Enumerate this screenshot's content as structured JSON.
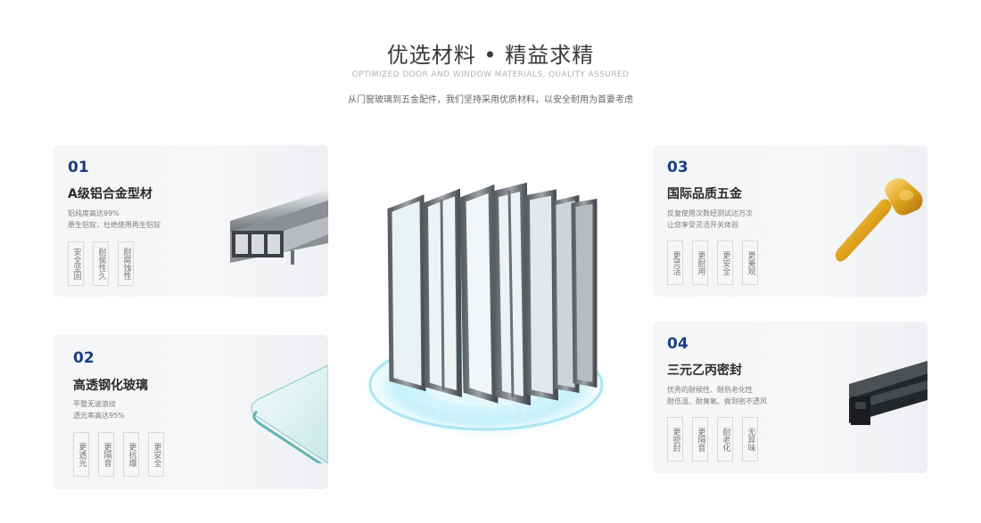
{
  "header": {
    "title": "优选材料 • 精益求精",
    "subtitle_en": "OPTIMIZED DOOR AND WINDOW MATERIALS, QUALITY ASSURED",
    "desc": "从门窗玻璃到五金配件，我们坚持采用优质材料，以安全耐用为首要考虑"
  },
  "cards": [
    {
      "num": "01",
      "title": "A级铝合金型材",
      "desc1": "铝纯度高达99%",
      "desc2": "原生铝锭，杜绝使用再生铝锭",
      "tags": [
        "安全坚固",
        "耐侯性久",
        "耐腐蚀性"
      ],
      "image": "aluminum-profile-image"
    },
    {
      "num": "02",
      "title": "高透钢化玻璃",
      "desc1": "平整无波浪纹",
      "desc2": "透光率高达95%",
      "tags": [
        "更透光",
        "更隔音",
        "更抗爆",
        "更安全"
      ],
      "image": "tempered-glass-image"
    },
    {
      "num": "03",
      "title": "国际品质五金",
      "desc1": "反复使用次数经测试达万次",
      "desc2": "让您享受灵活开关体验",
      "tags": [
        "更灵活",
        "更耐用",
        "更安全",
        "更美观"
      ],
      "image": "door-handle-image"
    },
    {
      "num": "04",
      "title": "三元乙丙密封",
      "desc1": "优秀的耐候性、耐热老化性",
      "desc2": "耐低温、耐臭氧、做到密不透风",
      "tags": [
        "更密封",
        "更隔音",
        "耐老化",
        "无异味"
      ],
      "image": "rubber-seal-image"
    }
  ],
  "center_image": "window-frames-image",
  "colors": {
    "accent": "#1b3f86",
    "card_bg": "#f5f6f8"
  }
}
